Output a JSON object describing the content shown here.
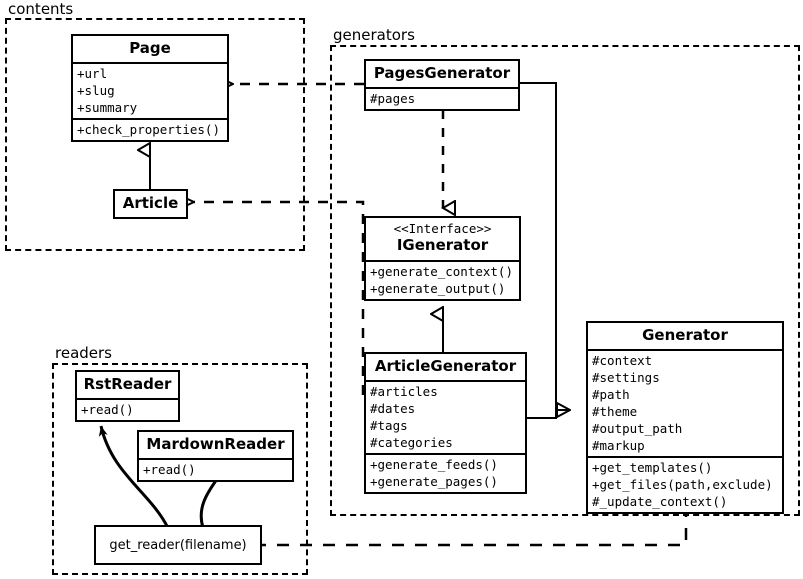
{
  "diagram": {
    "type": "uml-class-diagram",
    "title": "",
    "packages": [
      {
        "id": "contents",
        "label": "contents"
      },
      {
        "id": "generators",
        "label": "generators"
      },
      {
        "id": "readers",
        "label": "readers"
      }
    ]
  },
  "classes": {
    "page": {
      "name": "Page",
      "stereotype": "",
      "attributes": [
        "+url",
        "+slug",
        "+summary"
      ],
      "operations": [
        "+check_properties()"
      ]
    },
    "article": {
      "name": "Article",
      "stereotype": "",
      "attributes": [],
      "operations": []
    },
    "pages_generator": {
      "name": "PagesGenerator",
      "stereotype": "",
      "attributes": [
        "#pages"
      ],
      "operations": []
    },
    "igenerator": {
      "name": "IGenerator",
      "stereotype": "<<Interface>>",
      "attributes": [],
      "operations": [
        "+generate_context()",
        "+generate_output()"
      ]
    },
    "article_generator": {
      "name": "ArticleGenerator",
      "stereotype": "",
      "attributes": [
        "#articles",
        "#dates",
        "#tags",
        "#categories"
      ],
      "operations": [
        "+generate_feeds()",
        "+generate_pages()"
      ]
    },
    "generator": {
      "name": "Generator",
      "stereotype": "",
      "attributes": [
        "#context",
        "#settings",
        "#path",
        "#theme",
        "#output_path",
        "#markup"
      ],
      "operations": [
        "+get_templates()",
        "+get_files(path,exclude)",
        "#_update_context()"
      ]
    },
    "rst_reader": {
      "name": "RstReader",
      "stereotype": "",
      "attributes": [],
      "operations": [
        "+read()"
      ]
    },
    "mardown_reader": {
      "name": "MardownReader",
      "stereotype": "",
      "attributes": [],
      "operations": [
        "+read()"
      ]
    },
    "get_reader": {
      "name": "get_reader(filename)"
    }
  },
  "relationships": [
    {
      "id": "article-extends-page",
      "from": "Article",
      "to": "Page",
      "kind": "generalization"
    },
    {
      "id": "pagesgenerator-implements-igenerator",
      "from": "PagesGenerator",
      "to": "IGenerator",
      "kind": "realization"
    },
    {
      "id": "articlegenerator-implements-igenerator",
      "from": "ArticleGenerator",
      "to": "IGenerator",
      "kind": "generalization"
    },
    {
      "id": "pagesgenerator-extends-generator",
      "from": "PagesGenerator",
      "to": "Generator",
      "kind": "generalization"
    },
    {
      "id": "articlegenerator-extends-generator",
      "from": "ArticleGenerator",
      "to": "Generator",
      "kind": "generalization"
    },
    {
      "id": "pagesgenerator-uses-page",
      "from": "PagesGenerator",
      "to": "Page",
      "kind": "dependency"
    },
    {
      "id": "articlegenerator-uses-article",
      "from": "ArticleGenerator",
      "to": "Article",
      "kind": "dependency"
    },
    {
      "id": "generator-uses-get_reader",
      "from": "Generator",
      "to": "get_reader(filename)",
      "kind": "dependency"
    },
    {
      "id": "get_reader-creates-rstreader",
      "from": "get_reader(filename)",
      "to": "RstReader",
      "kind": "create"
    },
    {
      "id": "get_reader-creates-mardownreader",
      "from": "get_reader(filename)",
      "to": "MardownReader",
      "kind": "create"
    }
  ],
  "colors": {
    "stroke": "#000000",
    "background": "#ffffff",
    "text": "#000000"
  }
}
